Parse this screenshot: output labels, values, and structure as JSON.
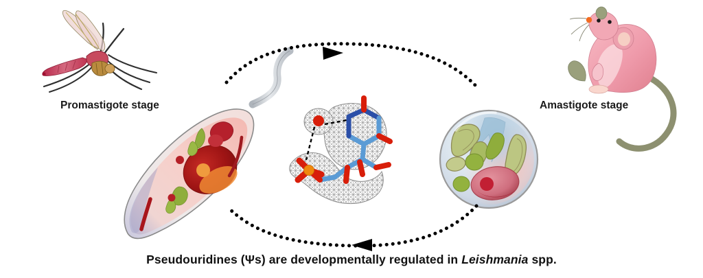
{
  "figure": {
    "title": "Leishmania life cycle and pseudouridine regulation graphical abstract",
    "background_color": "#ffffff"
  },
  "labels": {
    "promastigote": "Promastigote stage",
    "amastigote": "Amastigote stage"
  },
  "caption": {
    "part1": "Pseudouridines (Ψs) are developmentally regulated in ",
    "species": "Leishmania",
    "part2": " spp."
  },
  "organisms": {
    "vector": {
      "name": "sand-fly",
      "body_color": "#c9455f",
      "wing_color": "#e8bcc6",
      "wing_vein_color": "#b0a055",
      "leg_color": "#2b2b2b",
      "thorax_color": "#a8803c"
    },
    "host": {
      "name": "mouse",
      "body_color": "#f0a0ae",
      "body_shadow": "#d98294",
      "ear_inner_color": "#f4c4bb",
      "tail_color": "#8d9070",
      "nose_color": "#f26a20",
      "eye_color": "#1a1a1a"
    }
  },
  "cells": {
    "promastigote": {
      "name": "promastigote-cell",
      "membrane_color": "#8a8a8a",
      "cytoplasm_color": "#f6cdc9",
      "nucleus_color": "#a81a1a",
      "nucleolus_color": "#ef8a33",
      "kinetoplast_color": "#c0202a",
      "organelle_color": "#8aa83a",
      "posterior_tint": "#a9a8cb",
      "flagellum_color": "#c2c6cc"
    },
    "amastigote": {
      "name": "amastigote-cell",
      "membrane_color": "#9a9a9a",
      "cytoplasm_color": "#dfe6ee",
      "cytoplasm_tint_pink": "#f0c9c4",
      "cytoplasm_tint_blue": "#b9cfdf",
      "nucleus_color": "#d4818f",
      "nucleolus_color": "#c21f33",
      "organelle_color": "#9aab56",
      "organelle_outline": "#8d8a56",
      "pocket_color": "#9ec1d8"
    }
  },
  "molecule": {
    "name": "pseudouridine-electron-density",
    "mesh_color": "#8d8d8d",
    "carbon_color": "#5b9bd5",
    "nitrogen_color": "#2b4fa8",
    "oxygen_color": "#d81e0a",
    "phosphorus_color": "#f0880c",
    "hbond_color": "#000000",
    "water_color": "#d81e0a"
  },
  "arrows": {
    "top": {
      "name": "promastigote-to-amastigote-arrow",
      "direction": "right",
      "style": "dotted",
      "color": "#000000"
    },
    "bottom": {
      "name": "amastigote-to-promastigote-arrow",
      "direction": "left",
      "style": "dotted",
      "color": "#000000"
    }
  }
}
